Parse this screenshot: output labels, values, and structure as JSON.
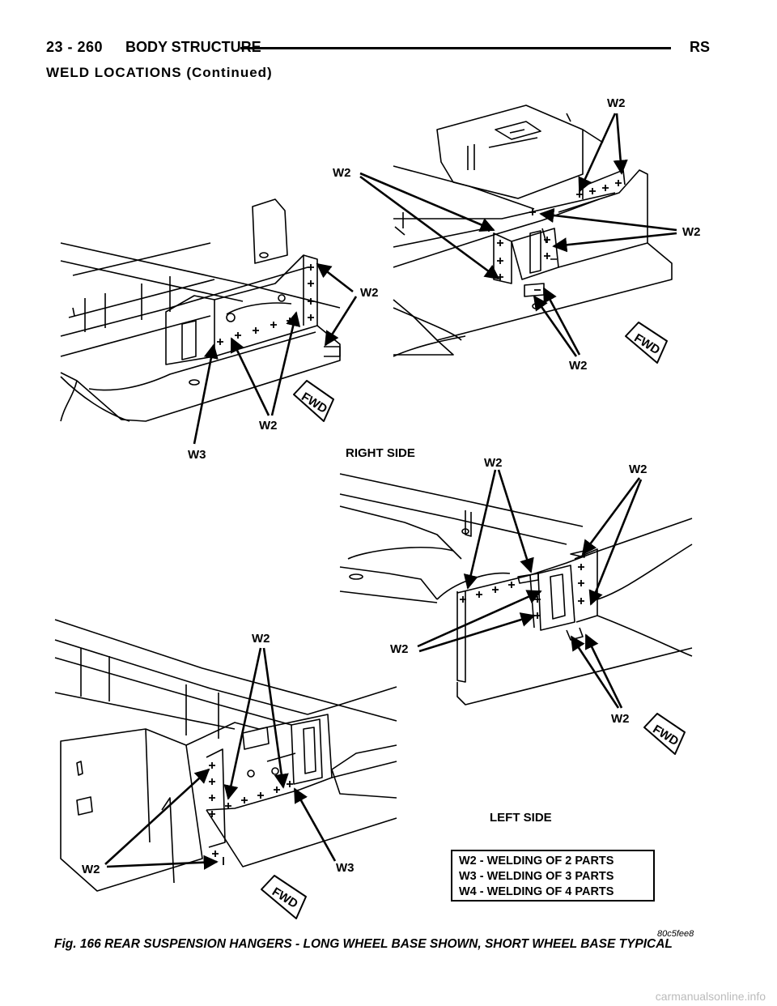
{
  "header": {
    "page_number": "23 - 260",
    "section_title": "BODY STRUCTURE",
    "code": "RS"
  },
  "subtitle": "WELD LOCATIONS (Continued)",
  "figure": {
    "callouts": {
      "w2": "W2",
      "w3": "W3",
      "fwd": "FWD"
    },
    "right_side_label": "RIGHT SIDE",
    "left_side_label": "LEFT SIDE",
    "legend": [
      "W2 - WELDING OF 2 PARTS",
      "W3 - WELDING OF 3 PARTS",
      "W4 - WELDING OF 4 PARTS"
    ],
    "reference_code": "80c5fee8",
    "caption": "Fig. 166 REAR SUSPENSION HANGERS - LONG WHEEL BASE SHOWN, SHORT WHEEL BASE TYPICAL"
  },
  "footer": {
    "watermark": "carmanualsonline.info"
  }
}
